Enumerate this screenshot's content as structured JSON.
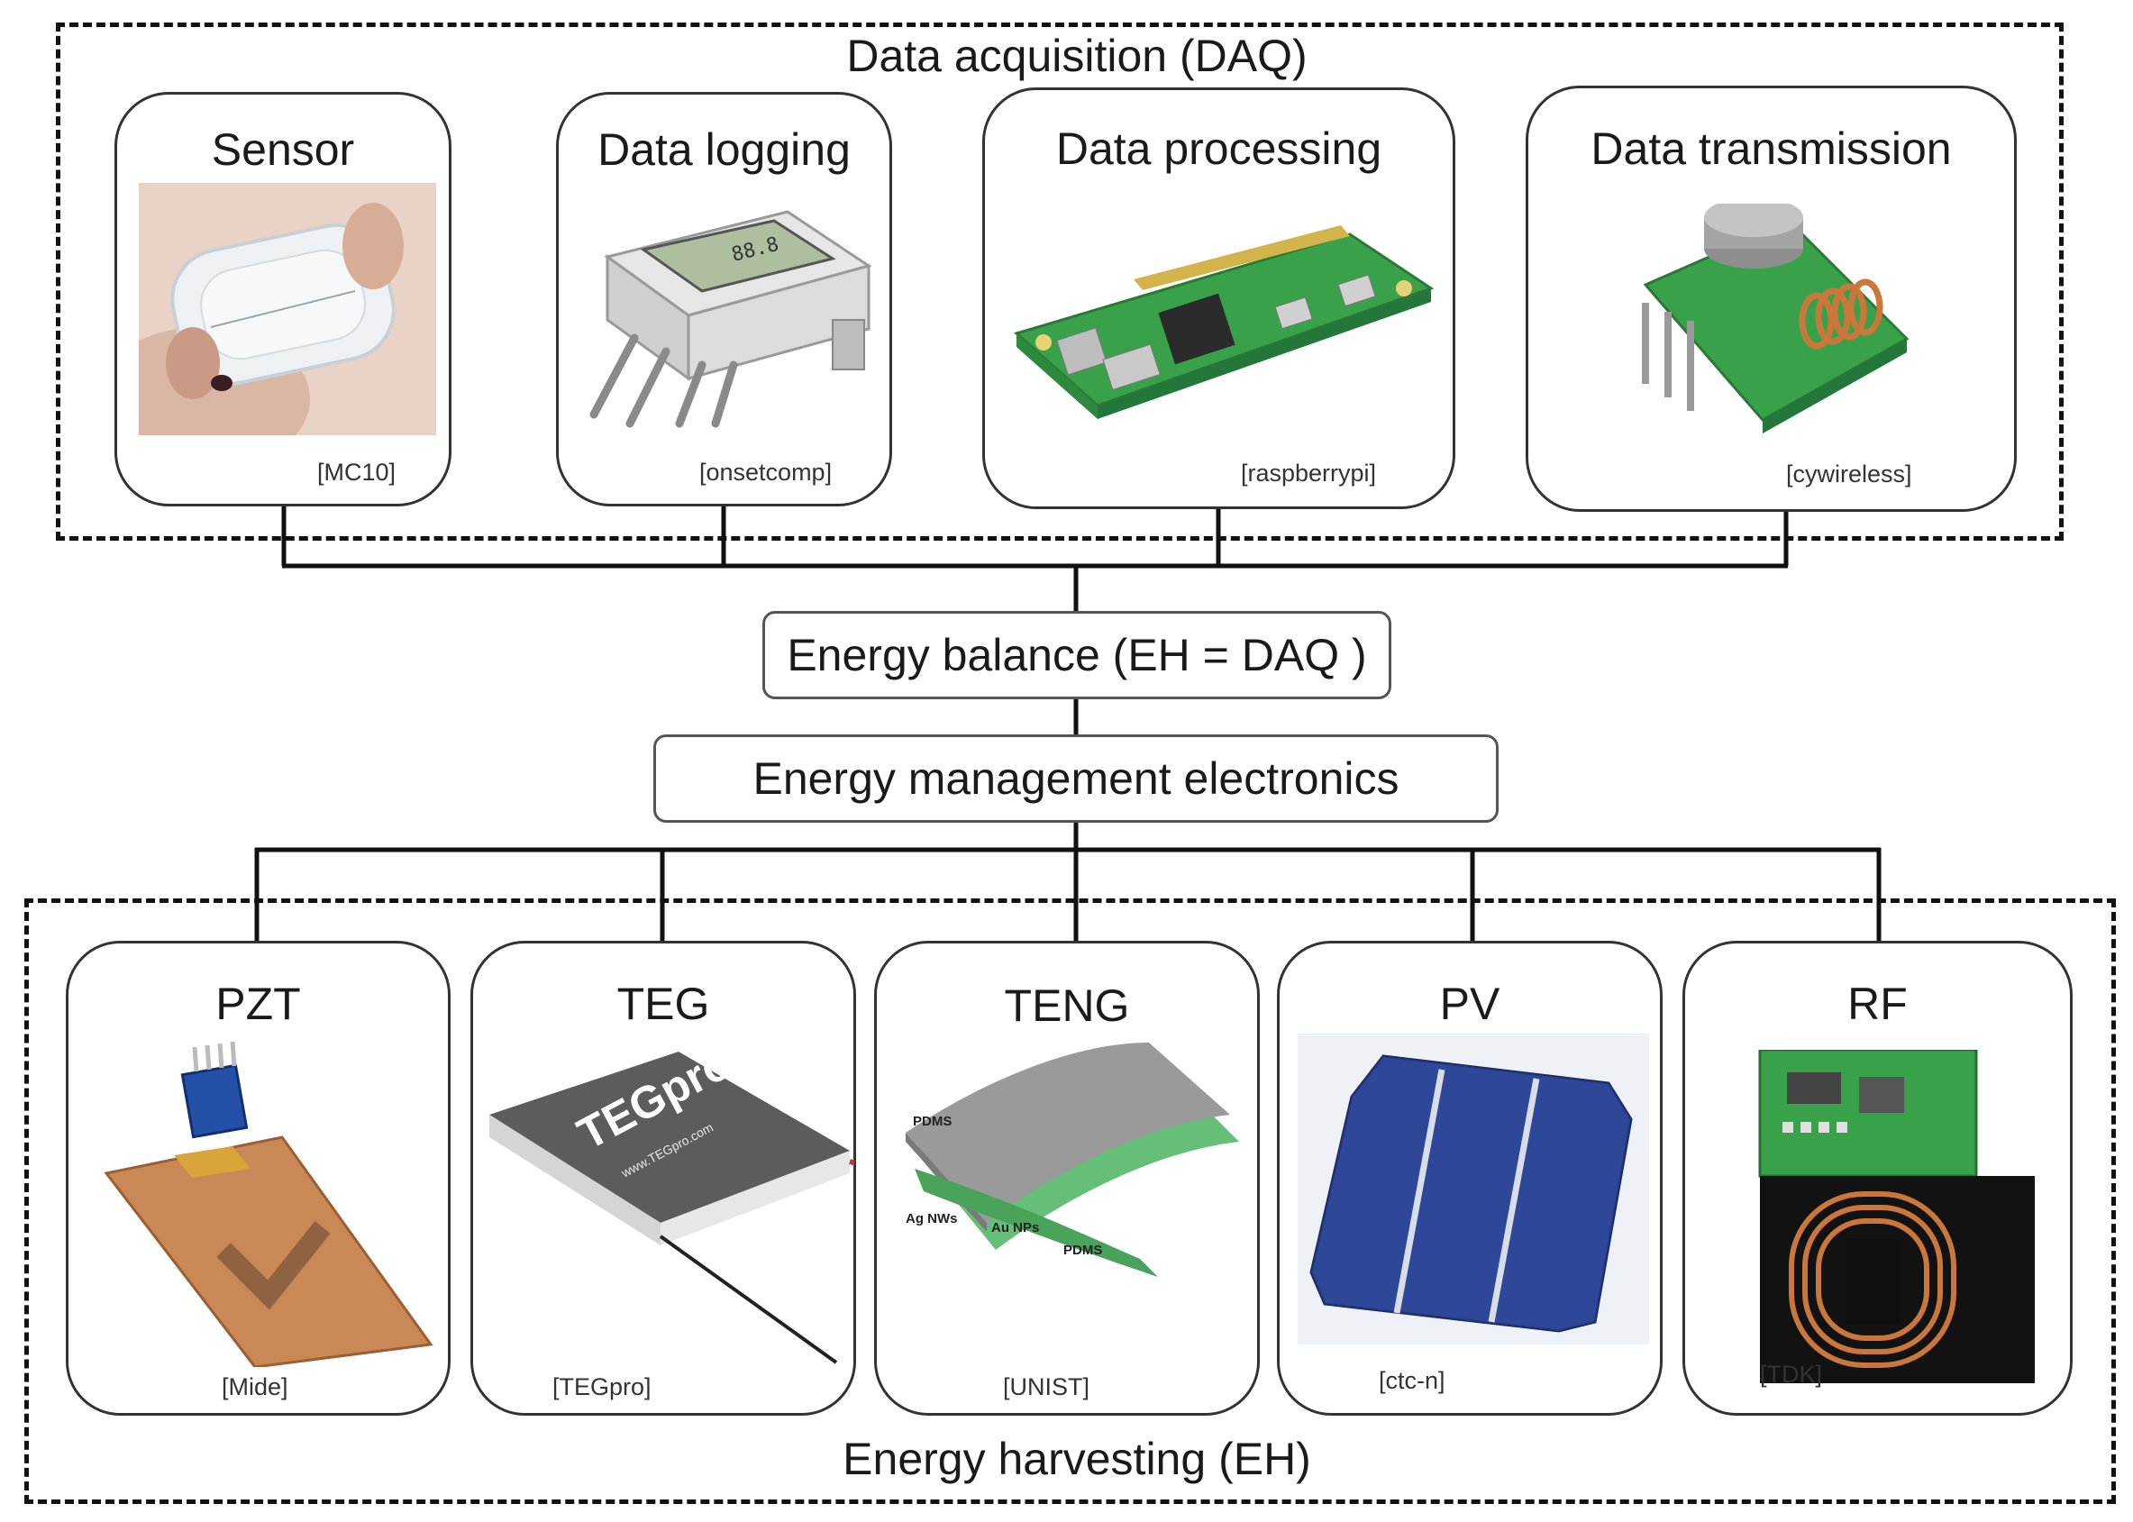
{
  "daq": {
    "title": "Data acquisition (DAQ)",
    "cards": [
      {
        "title": "Sensor",
        "source": "[MC10]",
        "icon": "skin-patch-sensor-photo"
      },
      {
        "title": "Data logging",
        "source": "[onsetcomp]",
        "icon": "data-logger-photo"
      },
      {
        "title": "Data processing",
        "source": "[raspberrypi]",
        "icon": "raspberry-pi-board-photo"
      },
      {
        "title": "Data transmission",
        "source": "[cywireless]",
        "icon": "rf-transmitter-module-photo"
      }
    ]
  },
  "balance": {
    "label": "Energy balance (EH = DAQ )"
  },
  "management": {
    "label": "Energy management electronics"
  },
  "eh": {
    "title": "Energy harvesting (EH)",
    "cards": [
      {
        "title": "PZT",
        "source": "[Mide]",
        "icon": "piezo-film-photo"
      },
      {
        "title": "TEG",
        "source": "[TEGpro]",
        "icon": "thermoelectric-module-photo",
        "label": "TEGpro",
        "sublabel": "www.TEGpro.com"
      },
      {
        "title": "TENG",
        "source": "[UNIST]",
        "icon": "triboelectric-stack-photo",
        "labels": {
          "top": "PDMS",
          "left": "Ag NWs",
          "mid": "Au NPs",
          "bottom": "PDMS"
        }
      },
      {
        "title": "PV",
        "source": "[ctc-n]",
        "icon": "solar-cell-photo"
      },
      {
        "title": "RF",
        "source": "[TDK]",
        "icon": "rf-coil-harvester-photo"
      }
    ]
  },
  "colors": {
    "line": "#111111",
    "pcb_green": "#3aa14b",
    "solar_blue": "#2a3f8c",
    "copper": "#c9773a"
  }
}
